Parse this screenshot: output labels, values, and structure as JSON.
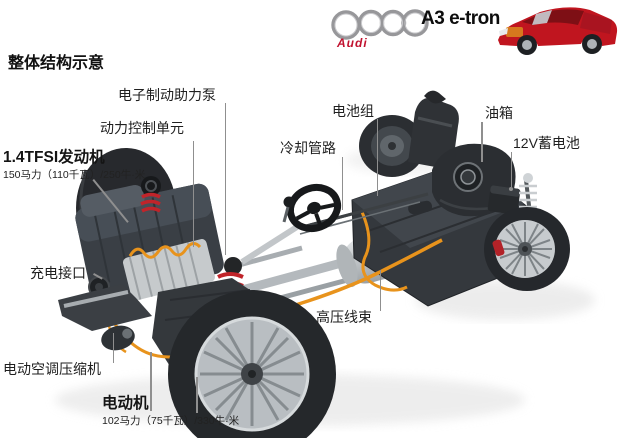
{
  "header": {
    "title": "整体结构示意"
  },
  "brand": {
    "name": "Audi",
    "model": "A3 e-tron"
  },
  "callouts": {
    "brake_pump": {
      "label": "电子制动助力泵"
    },
    "power_control": {
      "label": "动力控制单元"
    },
    "engine": {
      "label": "1.4TFSI发动机",
      "spec": "150马力（110千瓦）/250牛·米"
    },
    "charge_port": {
      "label": "充电接口"
    },
    "ac_compressor": {
      "label": "电动空调压缩机"
    },
    "motor": {
      "label": "电动机",
      "spec": "102马力（75千瓦）/330牛·米"
    },
    "battery_pack": {
      "label": "电池组"
    },
    "cooling_pipes": {
      "label": "冷却管路"
    },
    "fuel_tank": {
      "label": "油箱"
    },
    "battery_12v": {
      "label": "12V蓄电池"
    },
    "hv_harness": {
      "label": "高压线束"
    }
  },
  "colors": {
    "brand_red": "#c1122f",
    "cable_orange": "#e8931c",
    "spring_red": "#c0242a",
    "leader_gray": "#8f8f8f"
  },
  "icons": {
    "audi_rings": "audi-rings-logo",
    "car_thumbnail": "car-cutaway-image"
  }
}
